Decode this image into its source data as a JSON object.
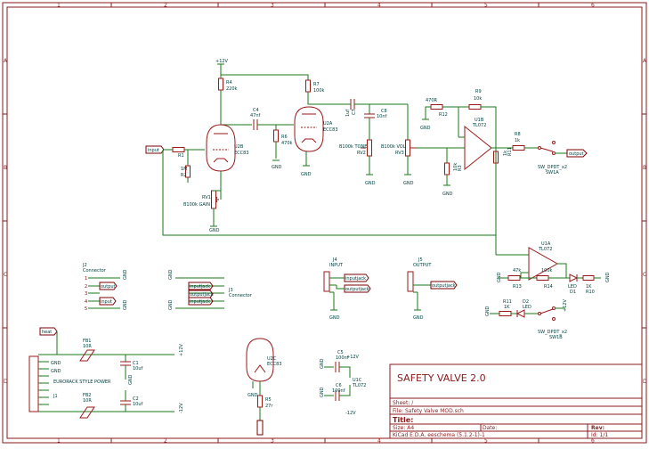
{
  "frame": {
    "top_numbers": [
      "1",
      "2",
      "3",
      "4",
      "5",
      "6"
    ],
    "bottom_numbers": [
      "1",
      "2",
      "3",
      "4",
      "5",
      "6"
    ],
    "left_letters": [
      "A",
      "B",
      "C",
      "D"
    ],
    "right_letters": [
      "A",
      "B",
      "C",
      "D"
    ]
  },
  "title_block": {
    "big_title": "SAFETY VALVE 2.0",
    "sheet_line": "Sheet: /",
    "file_line": "File: Safety Valve MOD.sch",
    "title_label": "Title:",
    "size_line": "Size: A4",
    "date_line": "Date:",
    "rev_label": "Rev:",
    "kicad_line": "KiCad E.D.A.  eeschema (5.1.2-1)-1",
    "id_line": "Id: 1/1"
  },
  "labels": {
    "input": "input",
    "output": "output",
    "heat": "heat",
    "inputjack": "inputjack",
    "outputjack": "outputjack"
  },
  "power": {
    "p12v": "+12V",
    "m12v": "-12V",
    "gnd": "GND"
  },
  "components": {
    "r4": [
      "R4",
      "220k"
    ],
    "r7": [
      "R7",
      "100k"
    ],
    "r6": [
      "R6",
      "470k"
    ],
    "r1": [
      "R1",
      "1M"
    ],
    "r2": [
      "R2",
      "1M"
    ],
    "rv1": [
      "RV1",
      "B100k GAIN"
    ],
    "c4": [
      "C4",
      "47nf"
    ],
    "c7": [
      "C7",
      "1uf"
    ],
    "c8": [
      "C8",
      "10nf"
    ],
    "rv2": [
      "RV2",
      "B100k TONE"
    ],
    "rv3": [
      "RV3",
      "B100k VOL"
    ],
    "r3": [
      "R3",
      "10k"
    ],
    "r12": [
      "R12",
      "470R"
    ],
    "r9": [
      "R9",
      "10k"
    ],
    "u1b": [
      "U1B",
      "TL072"
    ],
    "r8": [
      "R8",
      "1k"
    ],
    "r11": [
      "R11",
      "1k"
    ],
    "sw1a": [
      "SW_DPDT_x2",
      "SW1A"
    ],
    "u2b": [
      "U2B",
      "ECC83"
    ],
    "u2a": [
      "U2A",
      "ECC83"
    ],
    "u1a": [
      "U1A",
      "TL072"
    ],
    "r13": [
      "R13",
      "47k"
    ],
    "r14": [
      "R14",
      "100k"
    ],
    "d1": [
      "LED",
      "D1"
    ],
    "r10": [
      "1K",
      "R10"
    ],
    "r11b": [
      "R11",
      "1K"
    ],
    "d2": [
      "D2",
      "LED"
    ],
    "sw1b": [
      "SW_DPDT_x2",
      "SW1B"
    ],
    "j2": [
      "J2",
      "Connector"
    ],
    "j3": [
      "J3",
      "Connector"
    ],
    "j4": [
      "J4",
      "INPUT"
    ],
    "j5": [
      "J5",
      "OUTPUT"
    ],
    "fb1": [
      "FB1",
      "10R"
    ],
    "fb2": [
      "FB2",
      "10R"
    ],
    "c1": [
      "C1",
      "10uf"
    ],
    "c2": [
      "C2",
      "10uf"
    ],
    "j1": [
      "J1",
      "EURORACK STYLE POWER"
    ],
    "u2c": [
      "U2C",
      "ECC83"
    ],
    "r5": [
      "R5",
      "27r"
    ],
    "c5": [
      "C5",
      "100nf"
    ],
    "c6": [
      "C6",
      "100nf"
    ],
    "u1c": [
      "U1C",
      "TL072"
    ]
  }
}
